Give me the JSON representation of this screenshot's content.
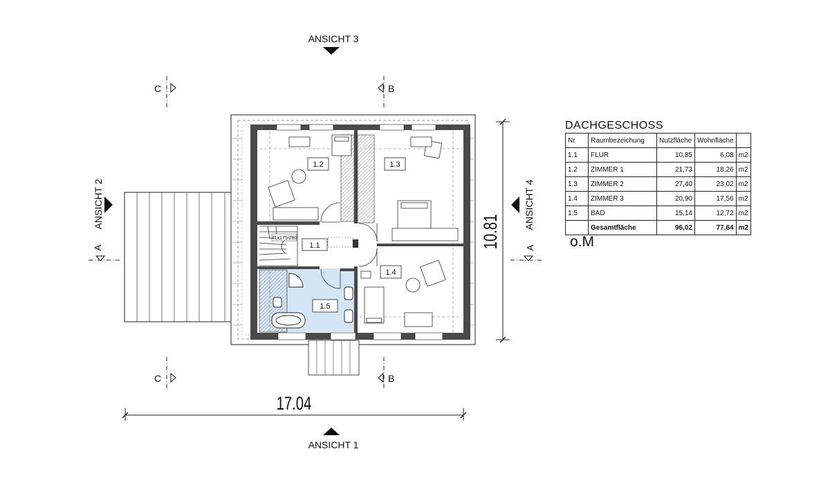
{
  "views": {
    "top": "ANSICHT 3",
    "bottom": "ANSICHT 1",
    "left": "ANSICHT 2",
    "right": "ANSICHT 4"
  },
  "sections": {
    "a": "A",
    "b": "B",
    "c": "C"
  },
  "dimensions": {
    "width": "17.04",
    "height": "10.81"
  },
  "rooms": {
    "r11": "1.1",
    "r12": "1.2",
    "r13": "1.3",
    "r14": "1.4",
    "r15": "1.5"
  },
  "stair_label": "41x175/280",
  "table": {
    "title": "DACHGESCHOSS",
    "headers": [
      "Nr",
      "Raumbezeichung",
      "Nutzfläche",
      "Wohnfläche",
      ""
    ],
    "rows": [
      [
        "1.1",
        "FLUR",
        "10,85",
        "6,08",
        "m2"
      ],
      [
        "1.2",
        "ZIMMER 1",
        "21,73",
        "18,26",
        "m2"
      ],
      [
        "1.3",
        "ZIMMER 2",
        "27,40",
        "23,02",
        "m2"
      ],
      [
        "1.4",
        "ZIMMER 3",
        "20,90",
        "17,56",
        "m2"
      ],
      [
        "1.5",
        "BAD",
        "15,14",
        "12,72",
        "m2"
      ]
    ],
    "total": [
      "",
      "Gesamtfläche",
      "96,02",
      "77,64",
      "m2"
    ]
  },
  "level_note": "o.M",
  "colors": {
    "wall": "#4a4a4a",
    "bathroom": "#d4e5f5",
    "line": "#222222"
  }
}
